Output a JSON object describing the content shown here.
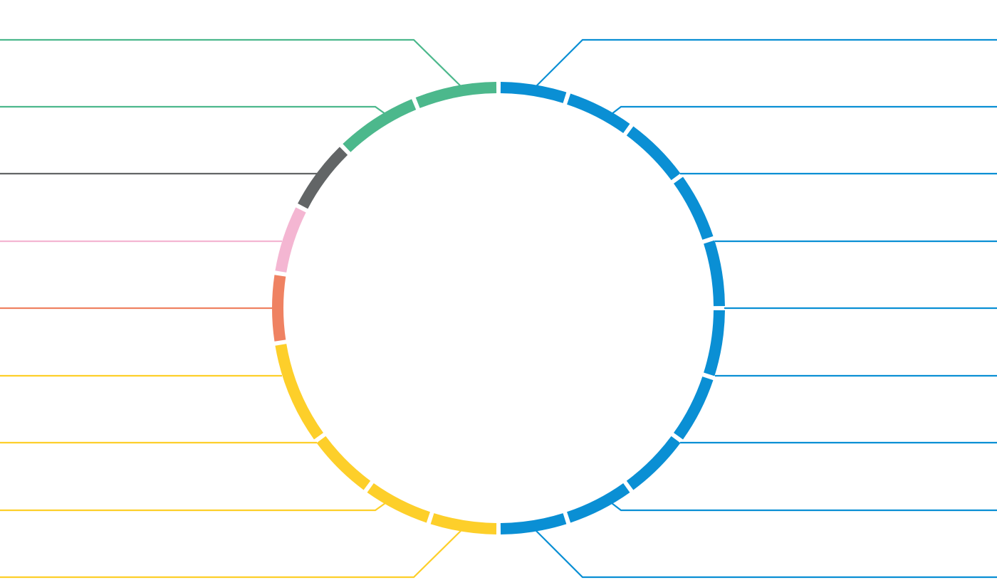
{
  "diagram": {
    "type": "segmented-ring-with-callout-lines",
    "segment_count": 20,
    "colors": {
      "green": "#4cb88c",
      "gray": "#626566",
      "pink": "#f4b6d2",
      "salmon": "#ef8262",
      "yellow": "#fdcf2a",
      "blue": "#0a8fd4"
    },
    "segments": [
      {
        "side": "right",
        "color": "blue"
      },
      {
        "side": "right",
        "color": "blue"
      },
      {
        "side": "right",
        "color": "blue"
      },
      {
        "side": "right",
        "color": "blue"
      },
      {
        "side": "right",
        "color": "blue"
      },
      {
        "side": "right",
        "color": "blue"
      },
      {
        "side": "right",
        "color": "blue"
      },
      {
        "side": "right",
        "color": "blue"
      },
      {
        "side": "right",
        "color": "blue"
      },
      {
        "side": "right",
        "color": "blue"
      },
      {
        "side": "left",
        "color": "yellow"
      },
      {
        "side": "left",
        "color": "yellow"
      },
      {
        "side": "left",
        "color": "yellow"
      },
      {
        "side": "left",
        "color": "yellow"
      },
      {
        "side": "left",
        "color": "salmon"
      },
      {
        "side": "left",
        "color": "pink"
      },
      {
        "side": "left",
        "color": "gray"
      },
      {
        "side": "left",
        "color": "green"
      },
      {
        "side": "left",
        "color": "green"
      }
    ],
    "callouts": [
      {
        "side": "left",
        "color": "green"
      },
      {
        "side": "left",
        "color": "green"
      },
      {
        "side": "left",
        "color": "gray"
      },
      {
        "side": "left",
        "color": "pink"
      },
      {
        "side": "left",
        "color": "salmon"
      },
      {
        "side": "left",
        "color": "yellow"
      },
      {
        "side": "left",
        "color": "yellow"
      },
      {
        "side": "left",
        "color": "yellow"
      },
      {
        "side": "left",
        "color": "yellow"
      },
      {
        "side": "right",
        "color": "blue"
      },
      {
        "side": "right",
        "color": "blue"
      },
      {
        "side": "right",
        "color": "blue"
      },
      {
        "side": "right",
        "color": "blue"
      },
      {
        "side": "right",
        "color": "blue"
      },
      {
        "side": "right",
        "color": "blue"
      },
      {
        "side": "right",
        "color": "blue"
      },
      {
        "side": "right",
        "color": "blue"
      },
      {
        "side": "right",
        "color": "blue"
      }
    ]
  }
}
